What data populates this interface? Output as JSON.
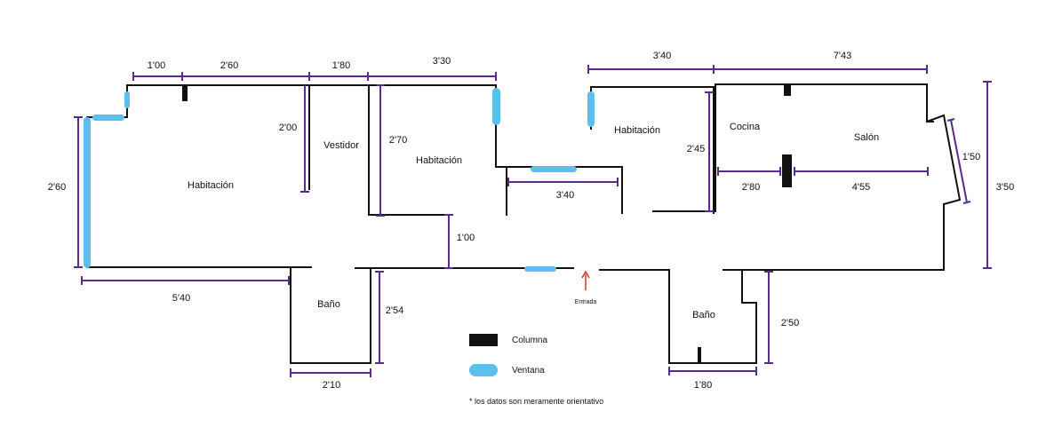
{
  "colors": {
    "wall": "#111111",
    "dimension": "#5b2a91",
    "window": "#5bc0eb",
    "column": "#111111",
    "entrance_arrow": "#d9342b"
  },
  "rooms": {
    "habitacion_1": "Habitación",
    "vestidor": "Vestidor",
    "habitacion_2": "Habitación",
    "habitacion_3": "Habitación",
    "cocina": "Cocina",
    "salon": "Salón",
    "bano_1": "Baño",
    "bano_2": "Baño",
    "entrada": "Entrada"
  },
  "dimensions": {
    "top_1_00": "1'00",
    "top_2_60": "2'60",
    "top_1_80": "1'80",
    "top_3_30": "3'30",
    "top_3_40": "3'40",
    "top_7_43": "7'43",
    "left_2_60": "2'60",
    "vestidor_2_00": "2'00",
    "hab2_2_70": "2'70",
    "hall_1_00": "1'00",
    "bottom_5_40": "5'40",
    "bano_2_54": "2'54",
    "bano_2_10": "2'10",
    "corridor_3_40": "3'40",
    "hab3_2_45": "2'45",
    "kitchen_2_80": "2'80",
    "salon_4_55": "4'55",
    "bay_1_50": "1'50",
    "right_3_50": "3'50",
    "bano2_2_50": "2'50",
    "bano2_1_80": "1'80"
  },
  "legend": {
    "column_label": "Columna",
    "window_label": "Ventana",
    "note": "* los datos son meramente orientativo"
  }
}
